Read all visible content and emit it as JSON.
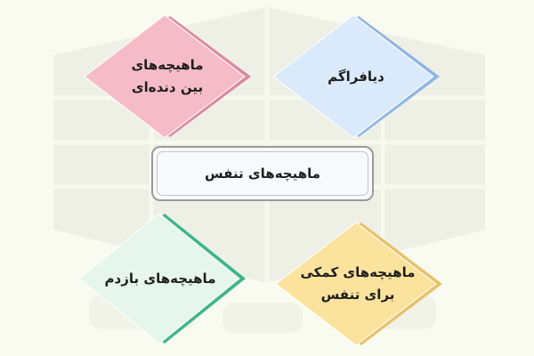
{
  "central_node": {
    "label": "ماهیچه‌های تنفس"
  },
  "nodes": [
    {
      "id": "intercostal",
      "label": "ماهیچه‌های\nبین دنده‌ای",
      "fill": "#f5bcc8",
      "accent": "#d98aa0"
    },
    {
      "id": "diaphragm",
      "label": "دیافراگم",
      "fill": "#dbeafb",
      "accent": "#8fb5e2"
    },
    {
      "id": "exhalation",
      "label": "ماهیچه‌های بازدم",
      "fill": "#e6f6ec",
      "accent": "#3fb58c"
    },
    {
      "id": "accessory",
      "label": "ماهیچه‌های کمکی\nبرای تنفس",
      "fill": "#fbe39e",
      "accent": "#e7c26a"
    }
  ],
  "colors": {
    "background": "#fafbf0",
    "watermark": "#eef0e6"
  }
}
